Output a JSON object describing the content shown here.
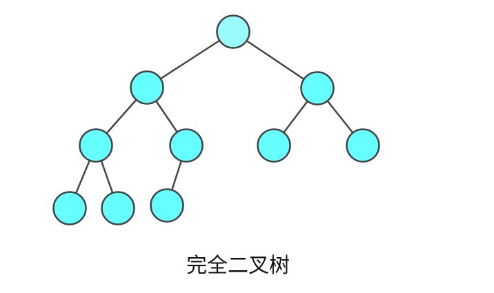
{
  "caption": "完全二叉树",
  "colors": {
    "root_fill": "#99fbfb",
    "node_fill": "#66ffff",
    "stroke": "#444444"
  },
  "tree": {
    "nodes": [
      "n0",
      "n1",
      "n2",
      "n3",
      "n4",
      "n5",
      "n6",
      "n7",
      "n8",
      "n9"
    ],
    "edges": [
      [
        "n0",
        "n1"
      ],
      [
        "n0",
        "n2"
      ],
      [
        "n1",
        "n3"
      ],
      [
        "n1",
        "n4"
      ],
      [
        "n2",
        "n5"
      ],
      [
        "n2",
        "n6"
      ],
      [
        "n3",
        "n7"
      ],
      [
        "n3",
        "n8"
      ],
      [
        "n4",
        "n9"
      ]
    ]
  }
}
